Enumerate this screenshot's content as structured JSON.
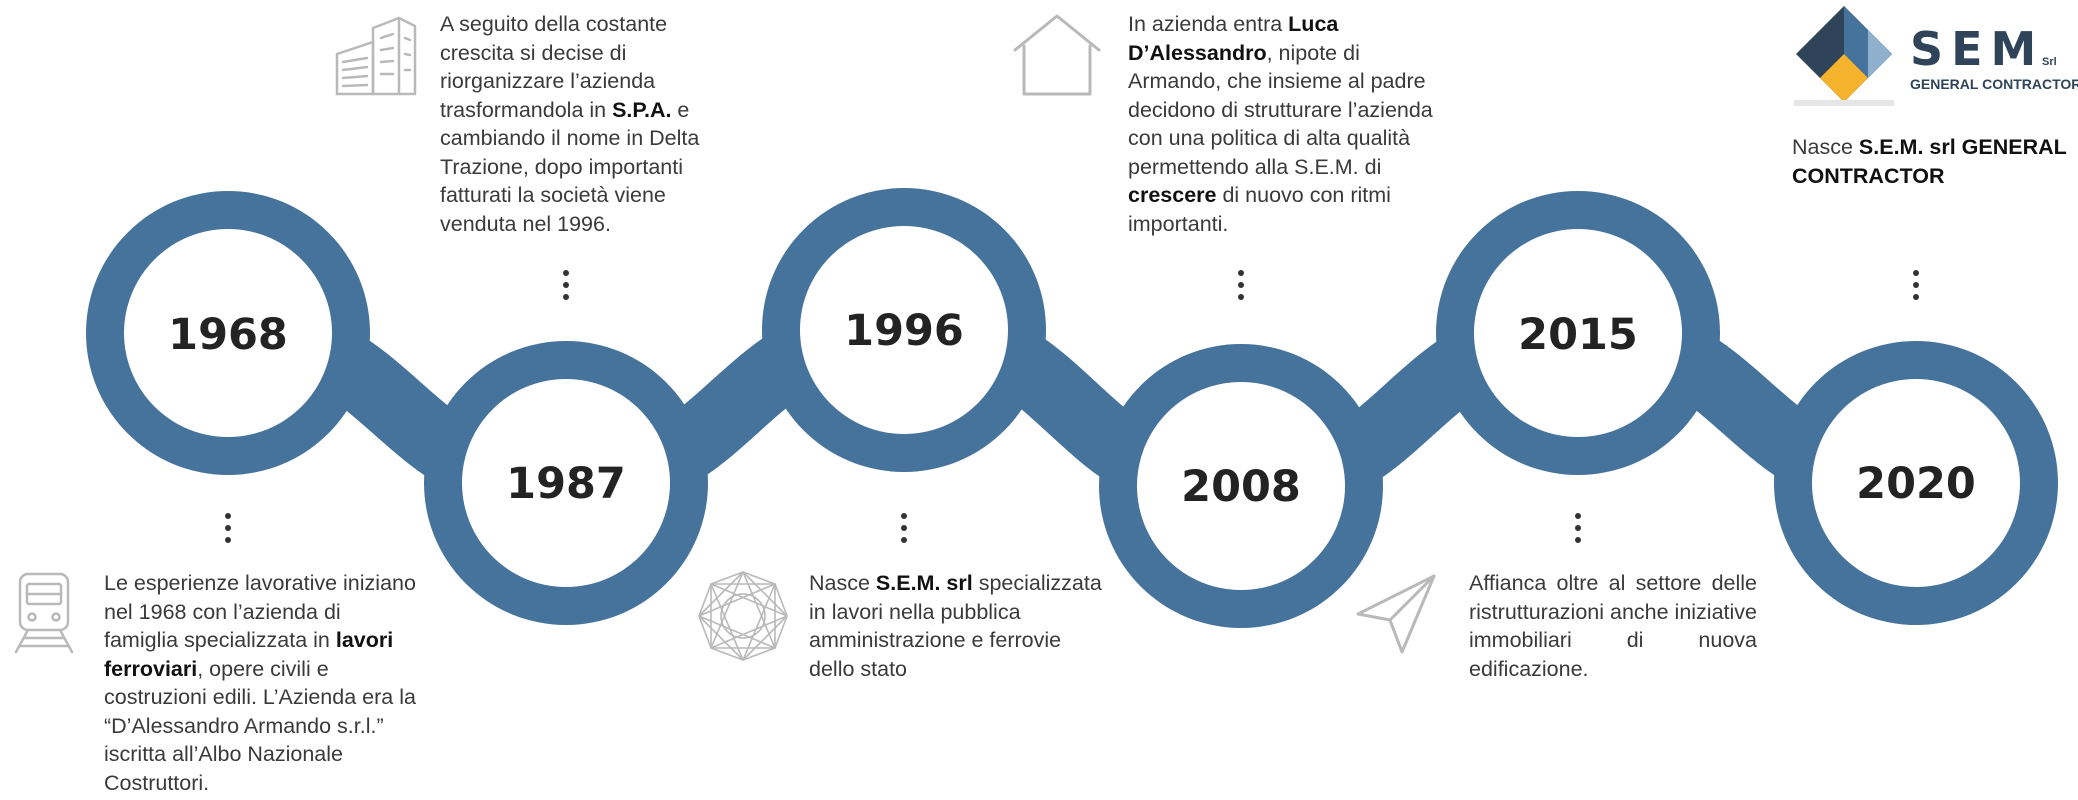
{
  "timeline": {
    "years": [
      "1968",
      "1987",
      "1996",
      "2008",
      "2015",
      "2020"
    ],
    "events": [
      {
        "year": "1968",
        "icon": "train-icon",
        "segments": [
          {
            "t": "Le esperienze lavorative iniziano nel 1968 con l’azienda di famiglia specializzata in "
          },
          {
            "t": "lavori ferroviari",
            "b": true
          },
          {
            "t": ", opere civili e costruzioni edili. L’Azienda era la “D’Alessandro Armando s.r.l.” iscritta all’Albo Nazionale Costruttori."
          }
        ]
      },
      {
        "year": "1987",
        "icon": "building-icon",
        "segments": [
          {
            "t": "A seguito della costante crescita si decise di riorganizzare l’azienda trasformandola in "
          },
          {
            "t": "S.P.A.",
            "b": true
          },
          {
            "t": " e cambiando il nome in Delta Trazione, dopo importanti fatturati la società viene venduta nel 1996."
          }
        ]
      },
      {
        "year": "1996",
        "icon": "network-icon",
        "segments": [
          {
            "t": "Nasce "
          },
          {
            "t": "S.E.M. srl",
            "b": true
          },
          {
            "t": " specializzata in lavori nella pubblica amministrazione e ferrovie dello stato"
          }
        ]
      },
      {
        "year": "2008",
        "icon": "house-icon",
        "segments": [
          {
            "t": "In azienda entra "
          },
          {
            "t": "Luca D’Alessandro",
            "b": true
          },
          {
            "t": ", nipote di Armando, che insieme al padre decidono di strutturare l’azienda con una politica di alta qualità permettendo alla S.E.M. di "
          },
          {
            "t": "crescere",
            "b": true
          },
          {
            "t": " di nuovo con ritmi importanti."
          }
        ]
      },
      {
        "year": "2015",
        "icon": "paper-plane-icon",
        "segments": [
          {
            "t": "Affianca oltre al settore delle ristrutturazioni anche iniziative immobiliari di nuova edificazione."
          }
        ]
      },
      {
        "year": "2020",
        "icon": "sem-logo",
        "segments": [
          {
            "t": "Nasce "
          },
          {
            "t": "S.E.M. srl GENERAL CONTRACTOR",
            "b": true
          }
        ]
      }
    ]
  },
  "logo": {
    "letters": "SEM",
    "srl": "Srl",
    "tagline": "GENERAL CONTRACTOR"
  },
  "colors": {
    "chain": "#46739c",
    "icon": "#b9b9b9",
    "logo_dark": "#2f4458",
    "logo_mid": "#46739c",
    "logo_light": "#8fb0cc",
    "logo_yellow": "#f5b32d"
  }
}
